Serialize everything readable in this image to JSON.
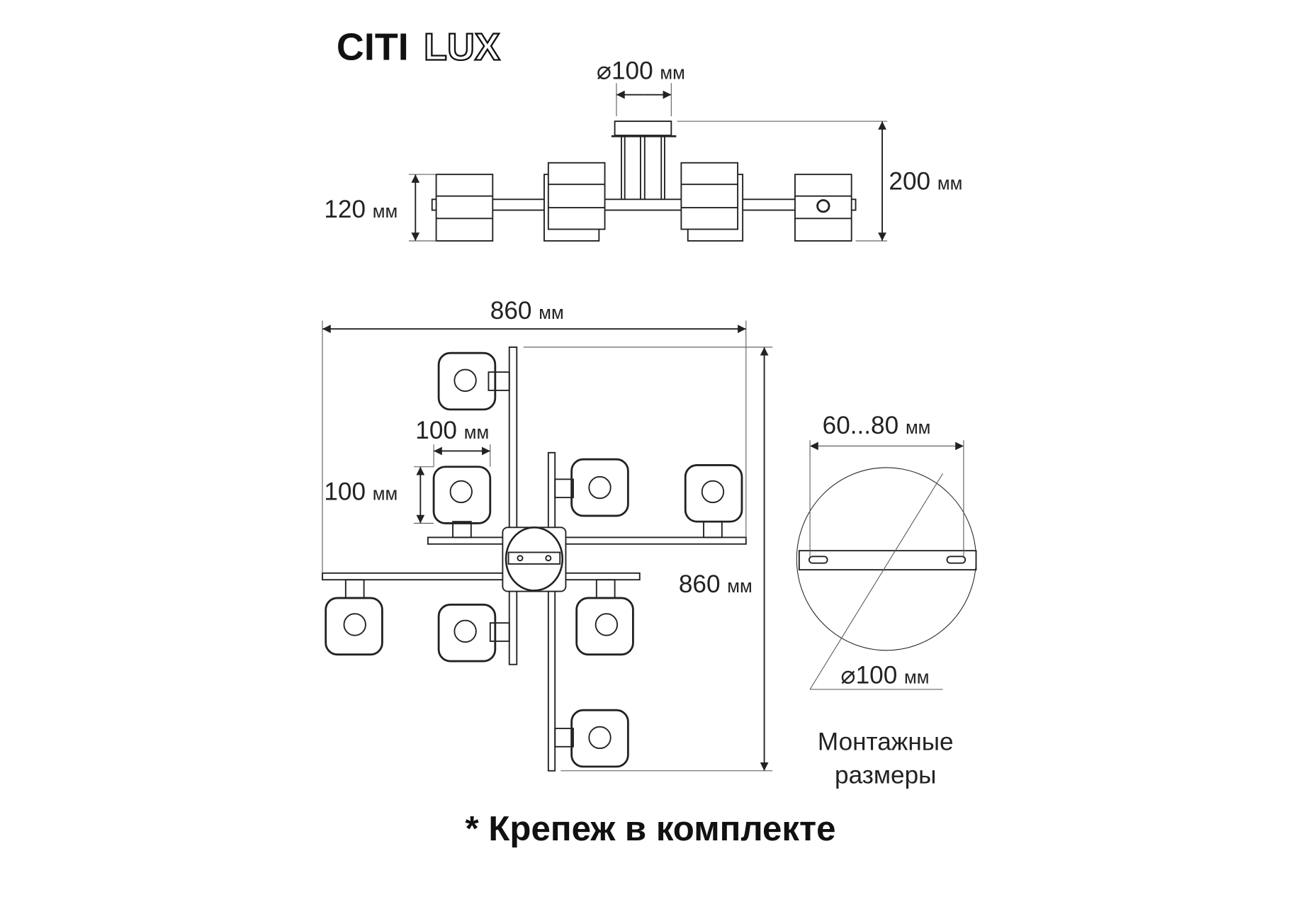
{
  "brand": {
    "logo_bold": "CITI",
    "logo_outline": "LUX"
  },
  "side_view": {
    "canopy_diameter": {
      "value": "⌀100",
      "unit": "мм"
    },
    "total_height": {
      "value": "200",
      "unit": "мм"
    },
    "shade_height": {
      "value": "120",
      "unit": "мм"
    }
  },
  "top_view": {
    "width": {
      "value": "860",
      "unit": "мм"
    },
    "depth": {
      "value": "860",
      "unit": "мм"
    },
    "shade_width": {
      "value": "100",
      "unit": "мм"
    },
    "shade_depth": {
      "value": "100",
      "unit": "мм"
    }
  },
  "mounting": {
    "bracket_span": {
      "value": "60...80",
      "unit": "мм"
    },
    "diameter": {
      "value": "⌀100",
      "unit": "мм"
    },
    "caption_line1": "Монтажные",
    "caption_line2": "размеры"
  },
  "footnote": "* Крепеж в комплекте"
}
